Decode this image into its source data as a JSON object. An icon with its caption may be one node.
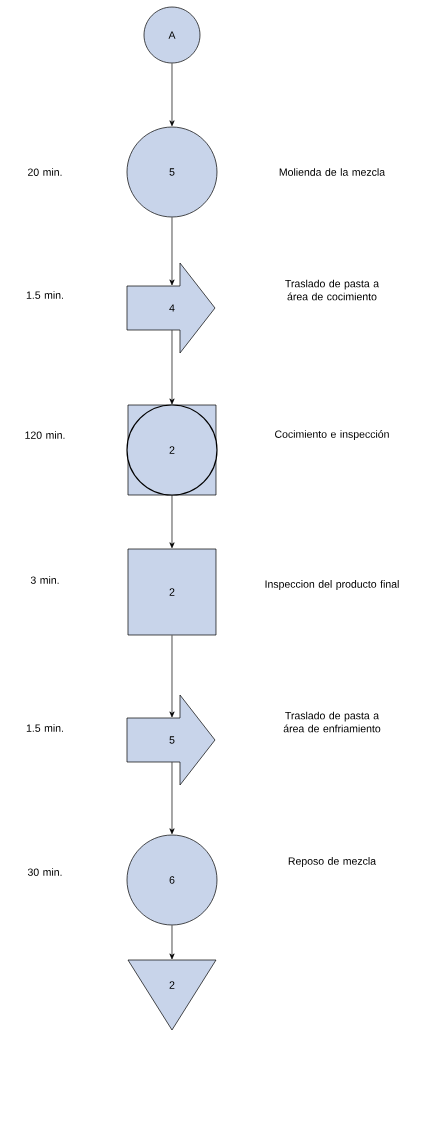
{
  "diagram": {
    "nodes": [
      {
        "text": [
          "A"
        ]
      },
      {
        "text": [
          "5"
        ]
      },
      {
        "text": [
          "4"
        ]
      },
      {
        "text": [
          "2"
        ]
      },
      {
        "text": [
          "2"
        ]
      },
      {
        "text": [
          "5"
        ]
      },
      {
        "text": [
          "6"
        ]
      },
      {
        "text": [
          "2"
        ]
      }
    ],
    "edges": [
      {
        "from": 0,
        "to": 1,
        "arrow": "to"
      },
      {
        "from": 1,
        "to": 2,
        "arrow": "to"
      },
      {
        "from": 2,
        "to": 3,
        "arrow": "to"
      },
      {
        "from": 3,
        "to": 4,
        "arrow": "to"
      },
      {
        "from": 4,
        "to": 5,
        "arrow": "to"
      },
      {
        "from": 5,
        "to": 6,
        "arrow": "to"
      },
      {
        "from": 6,
        "to": 7,
        "arrow": "to"
      }
    ],
    "labels": [
      "20 min.",
      "Molienda de la mezcla",
      "1.5 min.",
      "Traslado de pasta a área de cocimiento",
      "120 min.",
      "Cocimiento e inspección",
      "3 min.",
      "Inspeccion del producto final",
      "1.5 min.",
      "Traslado de pasta a área de enfriamiento",
      "30 min.",
      "Reposo de mezcla"
    ]
  }
}
